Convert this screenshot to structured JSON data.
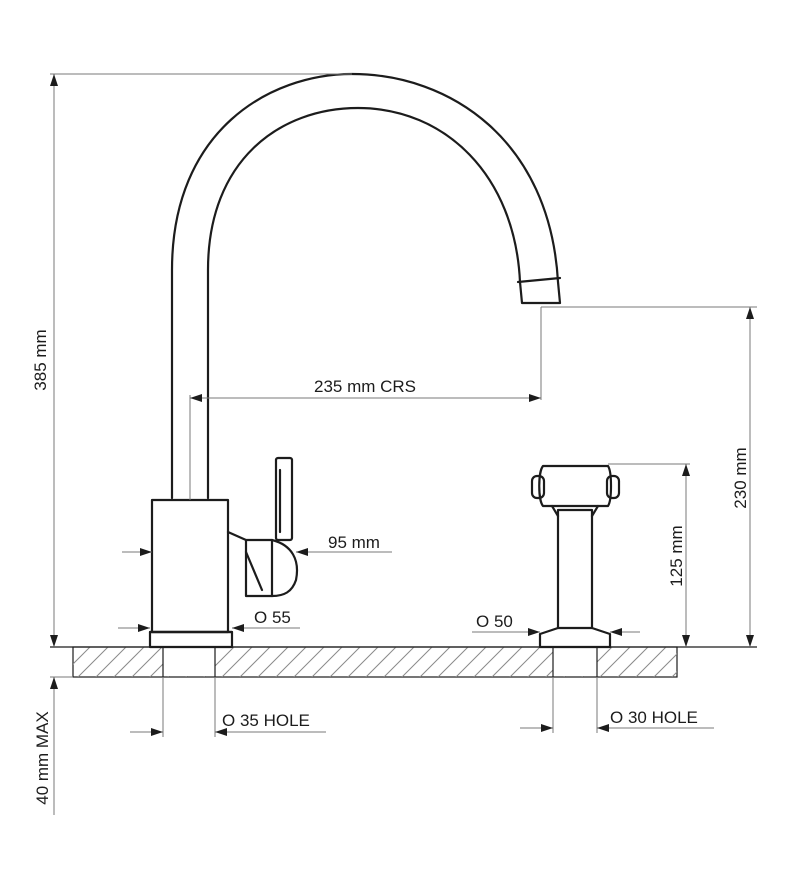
{
  "dimensions": {
    "total_height": "385 mm",
    "spout_height": "230 mm",
    "centres": "235 mm CRS",
    "lever_projection": "95 mm",
    "spray_height": "125 mm",
    "base_diameter": "O 55",
    "spray_base_diameter": "O 50",
    "tap_hole": "O 35  HOLE",
    "spray_hole": "O 30  HOLE",
    "max_thickness": "40 mm MAX"
  },
  "colors": {
    "ink": "#1c1c1c",
    "dimension": "#7a7a7a"
  }
}
